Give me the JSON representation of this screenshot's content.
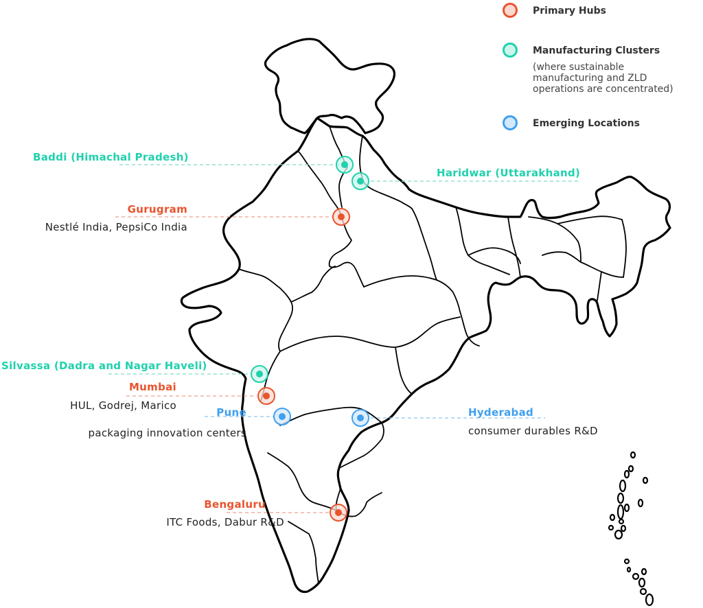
{
  "legend": {
    "items": [
      {
        "key": "primary",
        "title": "Primary Hubs",
        "color": "#e8542e",
        "fill": "#fbd9d0"
      },
      {
        "key": "manufacturing",
        "title": "Manufacturing Clusters",
        "description": "(where sustainable manufacturing and ZLD operations are concentrated)",
        "color": "#1fd1ad",
        "fill": "#cdf5ec"
      },
      {
        "key": "emerging",
        "title": "Emerging Locations",
        "color": "#3fa0ef",
        "fill": "#d4e8fb"
      }
    ]
  },
  "colors": {
    "primary": "#e8542e",
    "manufacturing": "#1fd1ad",
    "emerging": "#3fa0ef",
    "outline": "#000000",
    "text": "#222222"
  },
  "locations": [
    {
      "id": "baddi",
      "name": "Baddi (Himachal Pradesh)",
      "category": "manufacturing",
      "subtitle": ""
    },
    {
      "id": "haridwar",
      "name": "Haridwar (Uttarakhand)",
      "category": "manufacturing",
      "subtitle": ""
    },
    {
      "id": "gurugram",
      "name": "Gurugram",
      "category": "primary",
      "subtitle": "Nestlé India, PepsiCo India"
    },
    {
      "id": "silvassa",
      "name": "Silvassa (Dadra and Nagar Haveli)",
      "category": "manufacturing",
      "subtitle": ""
    },
    {
      "id": "mumbai",
      "name": "Mumbai",
      "category": "primary",
      "subtitle": "HUL, Godrej, Marico"
    },
    {
      "id": "pune",
      "name": "Pune",
      "category": "emerging",
      "subtitle": "packaging innovation centers"
    },
    {
      "id": "hyderabad",
      "name": "Hyderabad",
      "category": "emerging",
      "subtitle": "consumer durables R&D"
    },
    {
      "id": "bengaluru",
      "name": "Bengaluru",
      "category": "primary",
      "subtitle": "ITC Foods, Dabur R&D"
    }
  ]
}
